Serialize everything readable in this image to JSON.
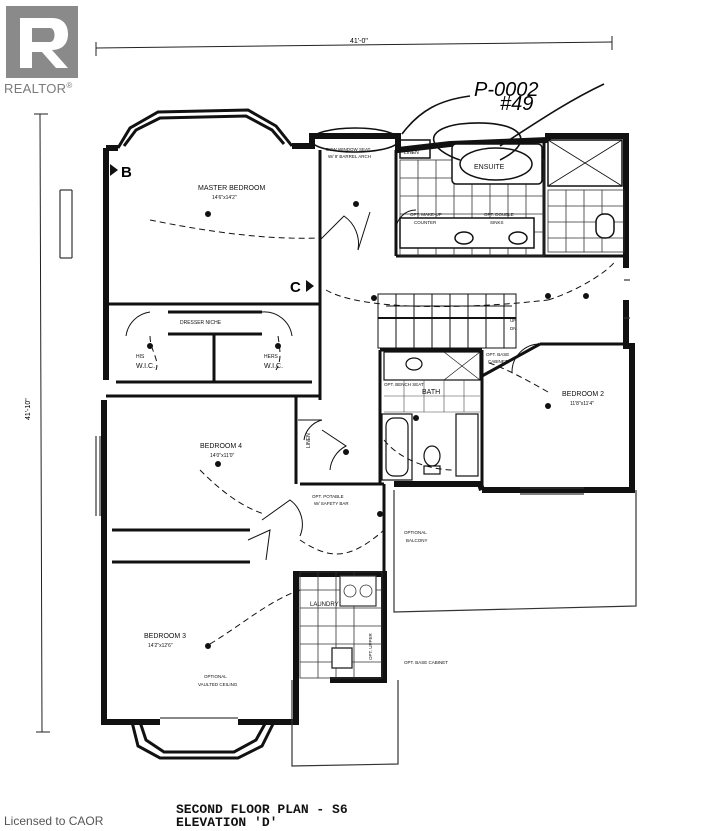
{
  "watermark": {
    "brand": "REALTOR",
    "registered_mark": "®",
    "license": "Licensed to CAOR"
  },
  "handwritten": {
    "code": "P-0002",
    "number": "#49",
    "marker_b": "B",
    "marker_c": "C"
  },
  "dimensions": {
    "top": "41'-0\"",
    "side": "41'-10\""
  },
  "rooms": {
    "master_bedroom": {
      "name": "MASTER BEDROOM",
      "size": "14'6\"x14'2\""
    },
    "ensuite": "ENSUITE",
    "bow_window": [
      "BOW WINDOW SEAT",
      "W/ 9' BARREL ARCH"
    ],
    "linen_top": "LINEN",
    "make_up": [
      "OPT. MAKE-UP",
      "COUNTER"
    ],
    "double_sinks": [
      "OPT. DOUBLE",
      "SINKS"
    ],
    "dresser_niche": "DRESSER NICHE",
    "his_wic": [
      "HIS",
      "W.I.C."
    ],
    "hers_wic": [
      "HERS",
      "W.I.C."
    ],
    "bath": "BATH",
    "bench_seat": "OPT. BENCH SEAT",
    "opt_base_cabinet": [
      "OPT. BASE",
      "CABINET"
    ],
    "bedroom_2": {
      "name": "BEDROOM 2",
      "size": "11'8\"x11'4\""
    },
    "up_dn": [
      "UP",
      "DN"
    ],
    "bedroom_4": {
      "name": "BEDROOM 4",
      "size": "14'0\"x11'0\""
    },
    "linen_mid": "LINEN",
    "potable": [
      "OPT. POTABLE",
      "W/ SAFETY BAR"
    ],
    "optional_balcony": [
      "OPTIONAL",
      "BALCONY"
    ],
    "laundry": "LAUNDRY",
    "opt_upper": "OPT. UPPER",
    "opt_base_cabinet_2": "OPT. BASE CABINET",
    "bedroom_3": {
      "name": "BEDROOM 3",
      "size": "14'2\"x12'6\""
    },
    "vaulted": [
      "OPTIONAL",
      "VAULTED CEILING"
    ]
  },
  "title_block": {
    "line1": "SECOND FLOOR PLAN - S6",
    "line2": "ELEVATION 'D'"
  }
}
